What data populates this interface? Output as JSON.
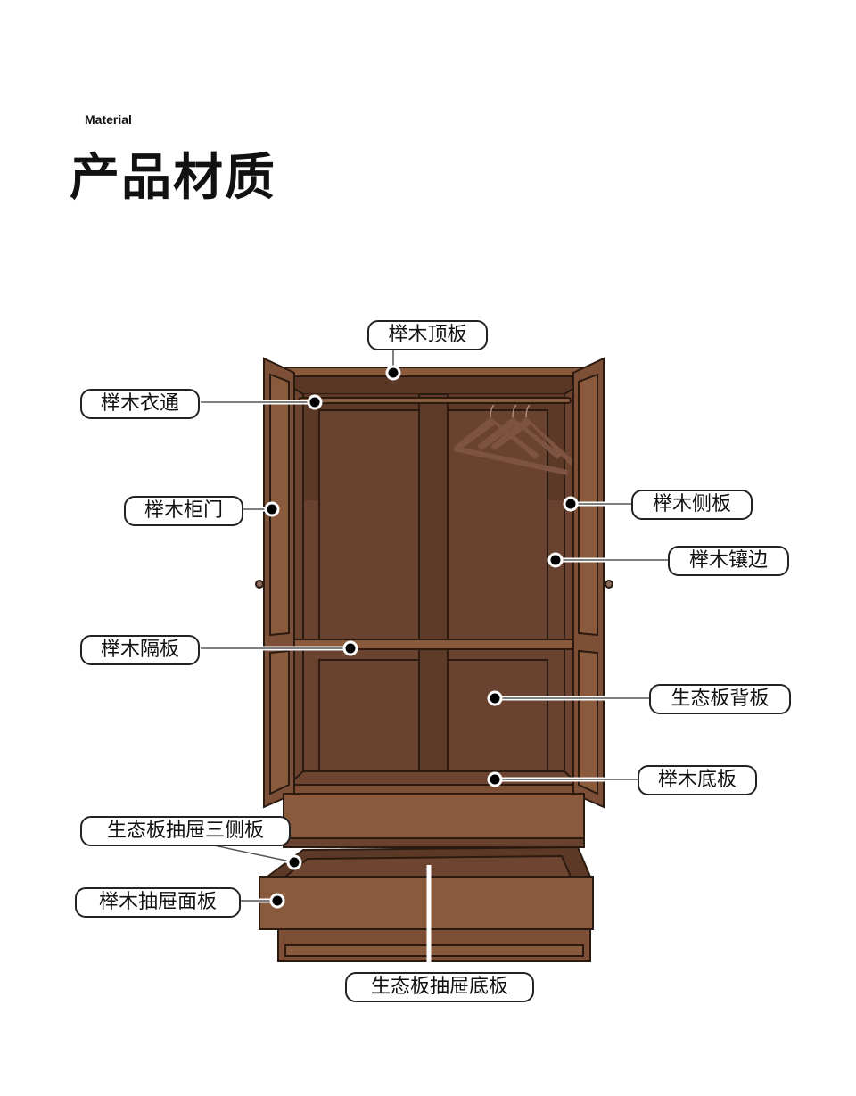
{
  "header": {
    "subtitle": "Material",
    "title": "产品材质"
  },
  "labels": {
    "top_panel": "榉木顶板",
    "hanging_rail": "榉木衣通",
    "door": "榉木柜门",
    "side_panel": "榉木侧板",
    "trim": "榉木镶边",
    "shelf": "榉木隔板",
    "back_panel": "生态板背板",
    "bottom_panel": "榉木底板",
    "drawer_sides": "生态板抽屉三侧板",
    "drawer_front": "榉木抽屉面板",
    "drawer_bottom": "生态板抽屉底板"
  },
  "colors": {
    "wood_frame": "#8a5a3d",
    "wood_dark": "#5c3826",
    "back_panel": "#6a4330",
    "outline": "#2b1a10"
  }
}
